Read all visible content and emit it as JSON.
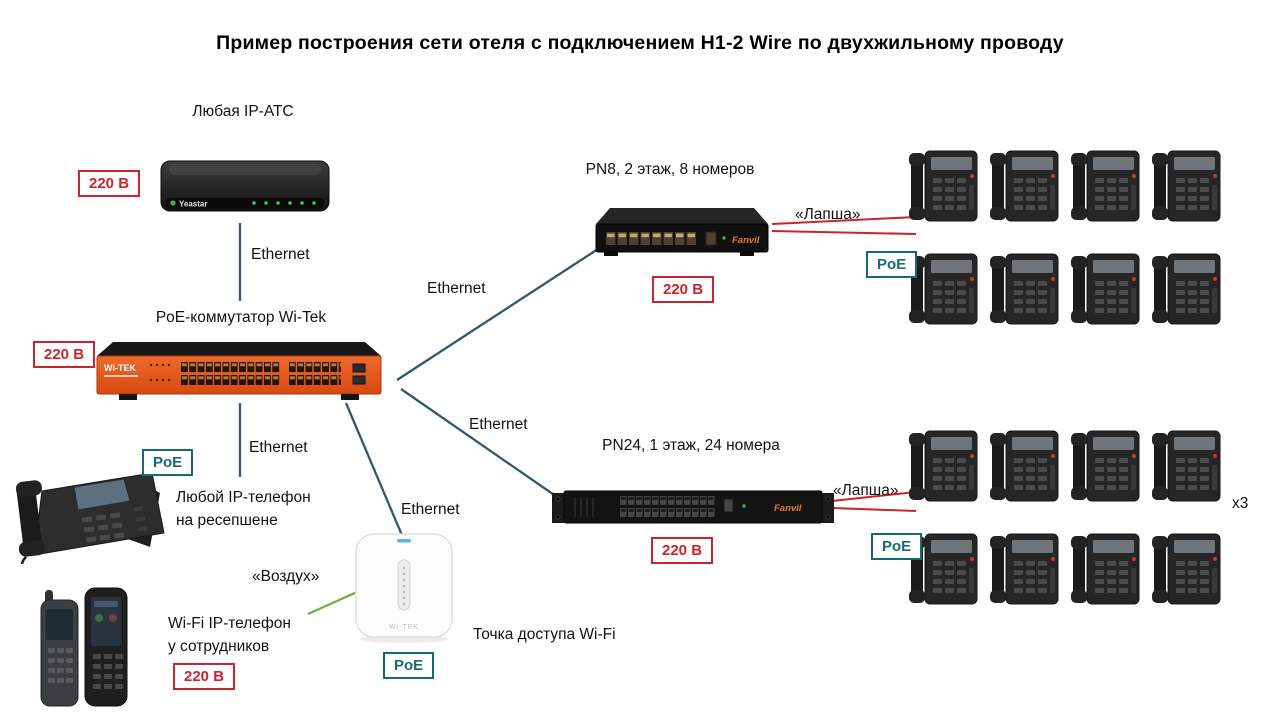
{
  "title": "Пример построения сети отеля с подключением H1-2 Wire по двухжильному проводу",
  "badges": {
    "power": "220 В",
    "poe": "PoE"
  },
  "labels": {
    "ethernet": "Ethernet",
    "lapsha": "«Лапша»",
    "vozduh": "«Воздух»",
    "x3": "x3"
  },
  "nodes": {
    "pbx": {
      "title": "Любая IP-АТС",
      "brand": "Yeastar"
    },
    "core_switch": {
      "title": "PoE-коммутатор Wi-Tek",
      "brand": "Wi-TEK"
    },
    "pn8": {
      "title": "PN8, 2 этаж, 8 номеров",
      "brand": "Fanvil"
    },
    "pn24": {
      "title": "PN24, 1 этаж, 24 номера",
      "brand": "Fanvil"
    },
    "reception_phone": {
      "line1": "Любой IP-телефон",
      "line2": "на ресепшене"
    },
    "wifi_phone": {
      "line1": "Wi-Fi IP-телефон",
      "line2": "у сотрудников"
    },
    "ap": {
      "title": "Точка доступа Wi-Fi",
      "brand": "Wi-TEK"
    }
  },
  "colors": {
    "ethernet_line": "#2e5b6b",
    "lapsha_line": "#c9252c",
    "air_line": "#6fae3c",
    "power_badge": "#c9252c",
    "poe_badge": "#15697e",
    "switch_orange": "#e8581f",
    "fanvil_orange": "#e87b1f"
  }
}
